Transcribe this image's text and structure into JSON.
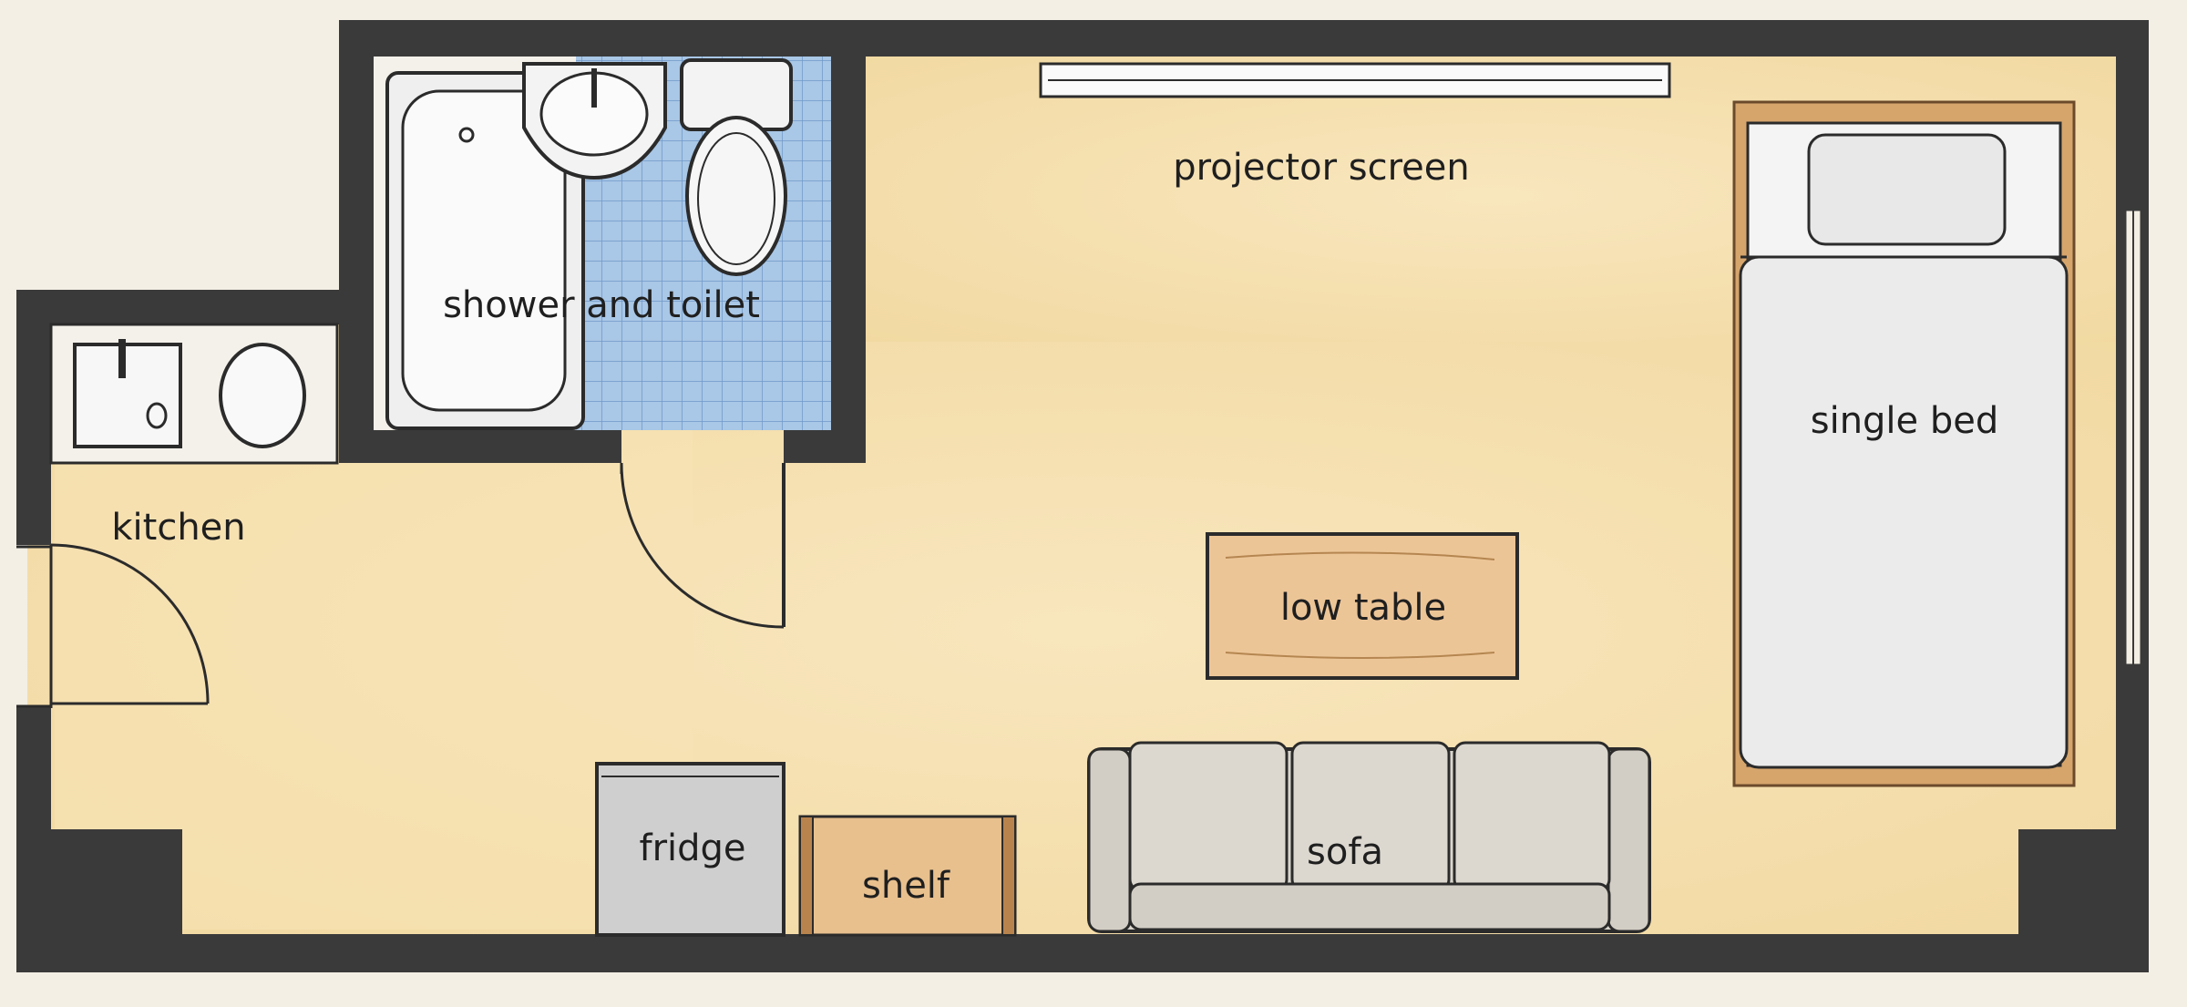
{
  "floor_plan": {
    "rooms": {
      "bathroom": "shower and toilet",
      "kitchen": "kitchen"
    },
    "furniture": {
      "projector_screen": "projector screen",
      "single_bed": "single bed",
      "low_table": "low table",
      "sofa": "sofa",
      "fridge": "fridge",
      "shelf": "shelf"
    },
    "colors": {
      "floor": "#f6e2b4",
      "walls": "#3a3a3a",
      "bathroom_tile": "#a9c7e6",
      "wood": "#e8c08e",
      "sofa": "#d9d5cd",
      "fridge": "#cfcfcf",
      "bed_sheet": "#ebebeb",
      "paper": "#f3efe4"
    }
  }
}
